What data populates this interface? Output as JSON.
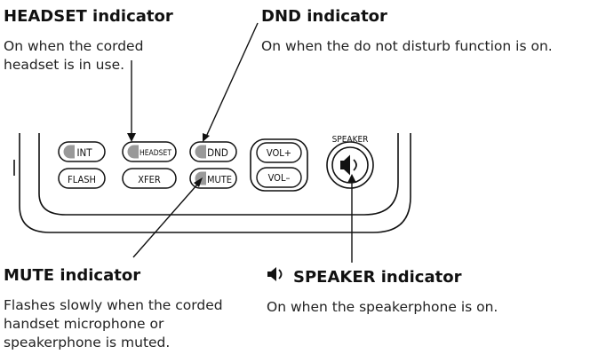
{
  "callouts": {
    "headset": {
      "title": "HEADSET indicator",
      "description": "On when the corded headset is in use."
    },
    "dnd": {
      "title": "DND indicator",
      "description": "On when the do not disturb function is on."
    },
    "mute": {
      "title": "MUTE indicator",
      "description": "Flashes slowly when the corded handset microphone or speakerphone is muted."
    },
    "speaker": {
      "title": "SPEAKER indicator",
      "description": "On when the speakerphone is on."
    }
  },
  "keypad": {
    "int": "INT",
    "headset": "HEADSET",
    "dnd": "DND",
    "vol_up": "VOL+",
    "flash": "FLASH",
    "xfer": "XFER",
    "mute": "MUTE",
    "vol_down": "VOL–",
    "speaker": "SPEAKER"
  }
}
